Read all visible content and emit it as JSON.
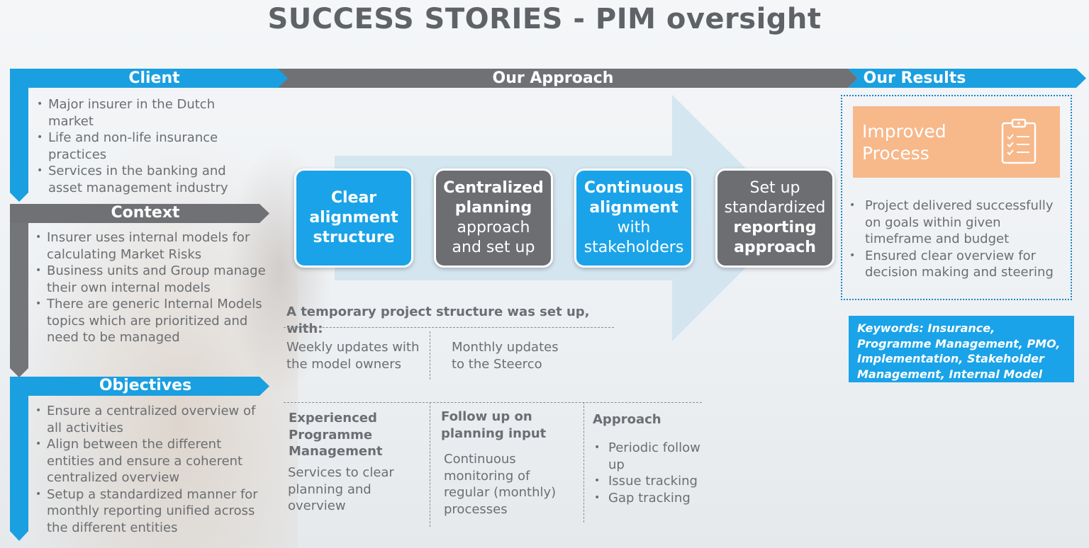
{
  "title": "SUCCESS STORIES  - PIM oversight",
  "colors": {
    "blue": "#1a9fe0",
    "grey": "#737579",
    "orange": "#f7b88a",
    "text": "#6b6e72"
  },
  "headers": {
    "client": "Client",
    "approach": "Our Approach",
    "results": "Our Results"
  },
  "client": {
    "items": [
      "Major insurer in the Dutch market",
      "Life and non-life insurance practices",
      "Services in the banking and asset management industry"
    ]
  },
  "context": {
    "label": "Context",
    "items": [
      "Insurer uses internal models for calculating Market Risks",
      "Business units and Group manage their own internal models",
      "There are generic Internal Models topics which are prioritized and need to be managed"
    ]
  },
  "objectives": {
    "label": "Objectives",
    "items": [
      "Ensure a centralized overview of all activities",
      "Align between the different entities and ensure a coherent centralized overview",
      "Setup a standardized manner for monthly reporting unified across the different entities"
    ]
  },
  "approach_boxes": [
    {
      "lines": [
        {
          "t": "Clear",
          "bold": true
        },
        {
          "t": "alignment",
          "bold": true
        },
        {
          "t": "structure",
          "bold": true
        }
      ]
    },
    {
      "lines": [
        {
          "t": "Centralized",
          "bold": true
        },
        {
          "t": "planning",
          "bold": true
        },
        {
          "t": "approach",
          "bold": false
        },
        {
          "t": "and set up",
          "bold": false
        }
      ]
    },
    {
      "lines": [
        {
          "t": "Continuous",
          "bold": true
        },
        {
          "t": "alignment",
          "bold": true
        },
        {
          "t": "with",
          "bold": false
        },
        {
          "t": "stakeholders",
          "bold": false
        }
      ]
    },
    {
      "lines": [
        {
          "t": "Set up",
          "bold": false
        },
        {
          "t": "standardized",
          "bold": false
        },
        {
          "t": "reporting",
          "bold": true
        },
        {
          "t": "approach",
          "bold": true
        }
      ]
    }
  ],
  "structure": {
    "heading": "A temporary project structure was set up, with:",
    "weekly": "Weekly updates with the model owners",
    "monthly": "Monthly updates to the Steerco"
  },
  "columns": {
    "col1": {
      "heading": "Experienced Programme Management",
      "text": "Services to clear planning and overview"
    },
    "col2": {
      "heading": "Follow up on planning input",
      "text": "Continuous monitoring of regular (monthly) processes"
    },
    "col3": {
      "heading": "Approach",
      "items": [
        "Periodic follow up",
        "Issue tracking",
        "Gap tracking"
      ]
    }
  },
  "results": {
    "improved": "Improved Process",
    "items": [
      "Project delivered successfully on goals within given timeframe and budget",
      "Ensured clear overview for decision making and steering"
    ],
    "keywords": "Keywords: Insurance, Programme Management, PMO, Implementation, Stakeholder Management, Internal Model"
  },
  "icons": {
    "improved": "clipboard-checklist-icon"
  }
}
